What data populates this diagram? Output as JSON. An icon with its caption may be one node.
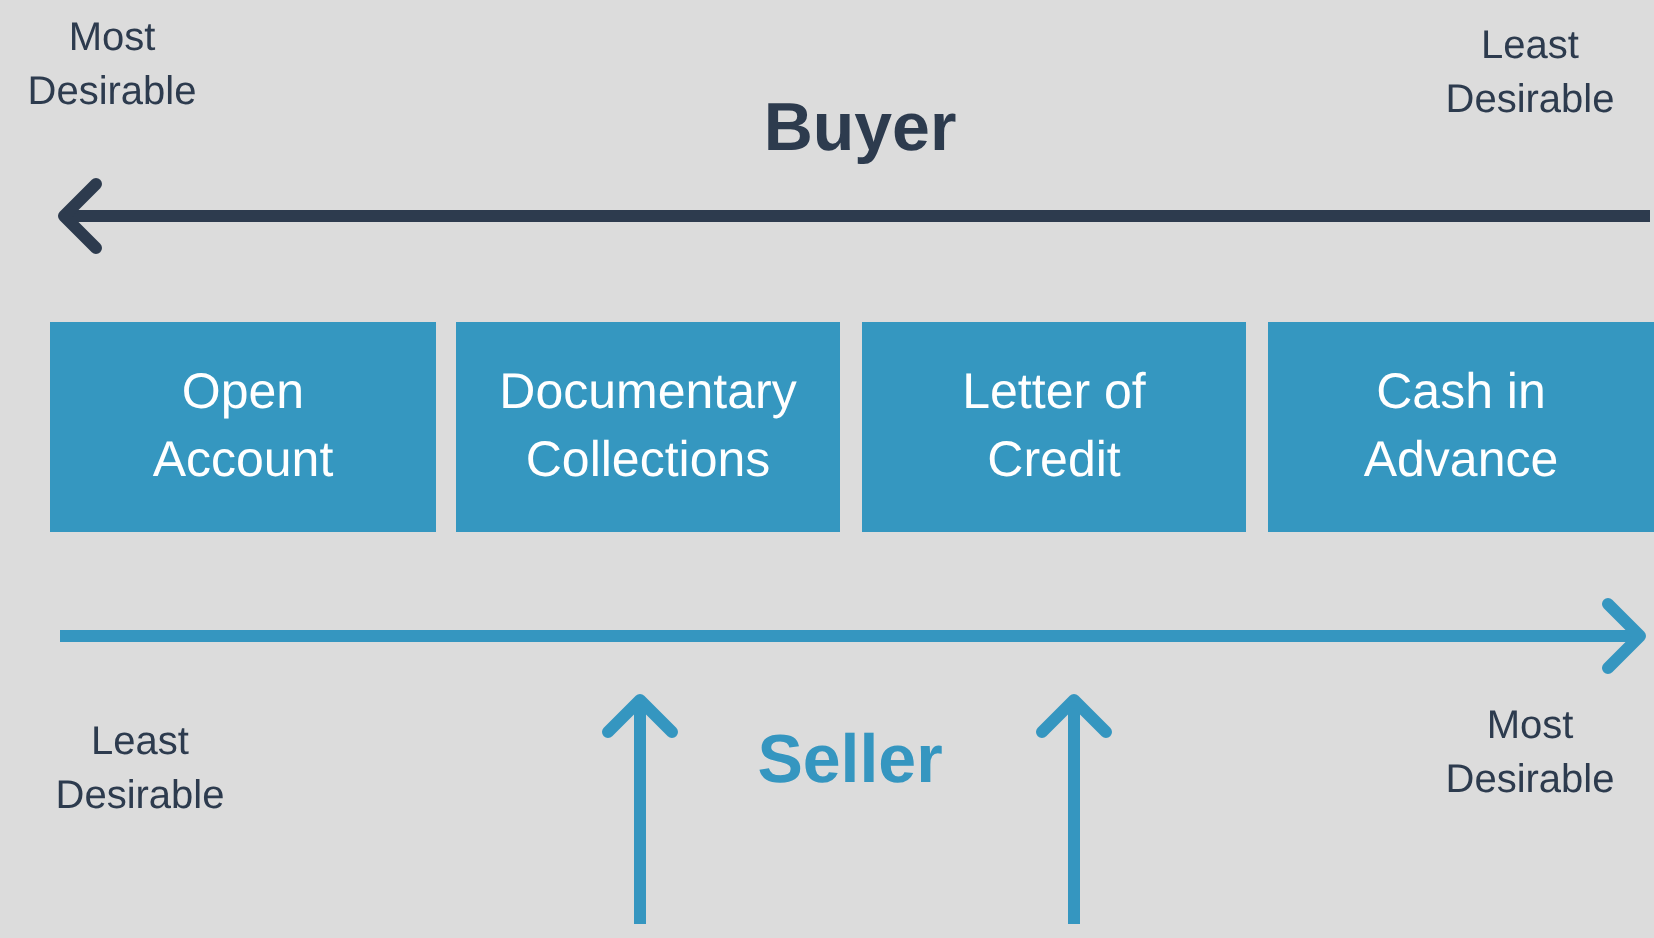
{
  "diagram": {
    "nodes": [
      {
        "text": [
          "Open Account"
        ]
      },
      {
        "text": [
          "Documentary Collections"
        ]
      },
      {
        "text": [
          "Letter of Credit"
        ]
      },
      {
        "text": [
          "Cash in Advance"
        ]
      }
    ],
    "labels": [
      "Most Desirable",
      "Least Desirable",
      "Buyer",
      "Least Desirable",
      "Seller",
      "Most Desirable"
    ]
  }
}
